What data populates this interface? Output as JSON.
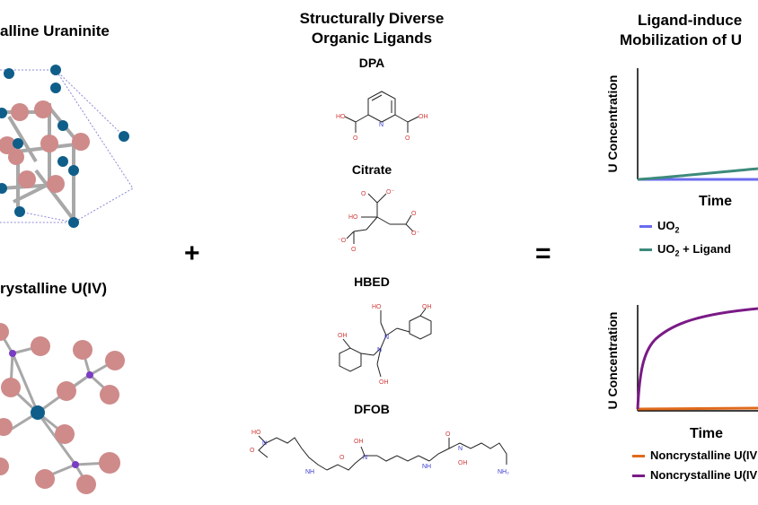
{
  "left": {
    "title_top": "alline Uraninite",
    "title_bottom": "rystalline U(IV)"
  },
  "operators": {
    "plus": "+",
    "equals": "="
  },
  "middle": {
    "title_line1": "Structurally Diverse",
    "title_line2": "Organic Ligands",
    "ligands": [
      "DPA",
      "Citrate",
      "HBED",
      "DFOB"
    ]
  },
  "right": {
    "title_line1": "Ligand-induce",
    "title_line2": "Mobilization of U",
    "top_chart": {
      "ylabel": "U Concentration",
      "xlabel": "Time",
      "legend": [
        {
          "label": "UO",
          "sub": "2",
          "suffix": "",
          "color": "#6b6bef"
        },
        {
          "label": "UO",
          "sub": "2",
          "suffix": " + Ligand",
          "color": "#3d8a7b"
        }
      ]
    },
    "bottom_chart": {
      "ylabel": "U Concentration",
      "xlabel": "Time",
      "legend": [
        {
          "label": "Noncrystalline U(IV",
          "color": "#e06a1c"
        },
        {
          "label": "Noncrystalline U(IV",
          "color": "#7a1a86"
        }
      ]
    }
  },
  "colors": {
    "u_atom": "#0f5e8a",
    "o_atom": "#cf8a8a",
    "p_atom": "#7a3cc4",
    "bond": "#a8a8a8",
    "chem_red": "#d23a3a",
    "chem_blue": "#3a3ad2"
  }
}
